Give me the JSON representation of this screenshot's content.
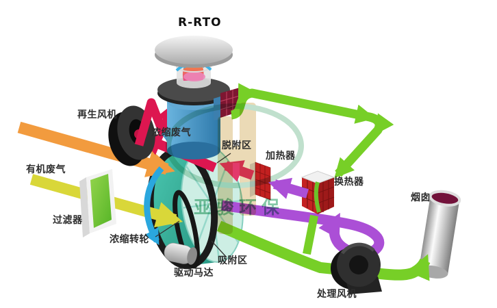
{
  "title": "R-RTO",
  "watermark": "亚骏环保",
  "labels": {
    "regen_fan": "再生风机",
    "concentrated_gas": "浓缩废气",
    "organic_gas": "有机废气",
    "filter": "过滤器",
    "rotor": "浓缩转轮",
    "desorption_zone": "脱附区",
    "heater": "加热器",
    "heat_exchanger": "换热器",
    "chimney": "烟囱",
    "drive_motor": "驱动马达",
    "adsorption_zone": "吸附区",
    "treatment_fan": "处理风机"
  },
  "colors": {
    "organic_gas_arrow": "#d9d739",
    "regen_air_arrow": "#f29b3e",
    "concentrated_gas_arrow": "#dd1650",
    "hot_air_arrow": "#e23a6b",
    "purple_loop_arrow": "#ab4fd6",
    "clean_gas_arrow": "#77cf27",
    "rotation_arrow": "#2aa7de",
    "rotor_teal": "#2ea692",
    "rto_blue": "#4e9cc9",
    "heater_red": "#c22020",
    "chimney_mouth": "#72123a",
    "watermark_green": "#6fbf98",
    "watermark_tan": "#e9d6ae"
  }
}
